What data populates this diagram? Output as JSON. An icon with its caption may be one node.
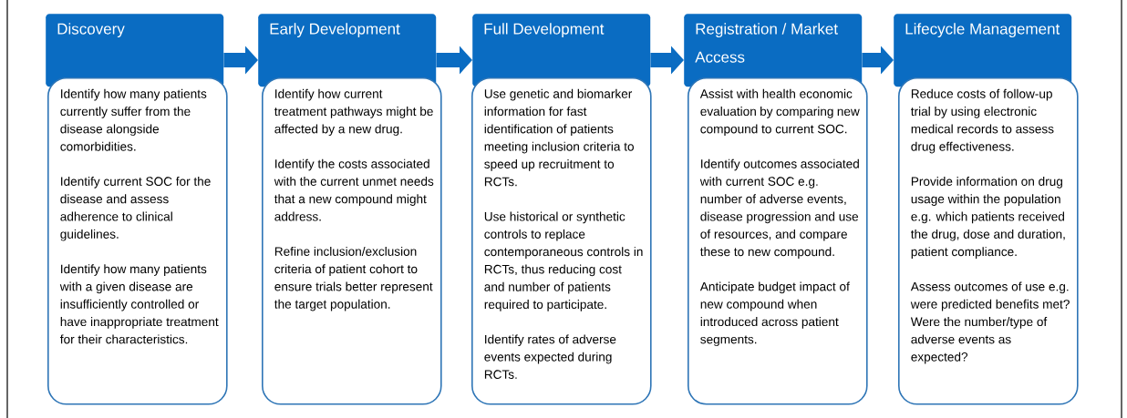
{
  "diagram": {
    "nodes": [
      {
        "text": [
          "Discovery"
        ]
      },
      {
        "text": [
          "Early Development"
        ]
      },
      {
        "text": [
          "Full Development"
        ]
      },
      {
        "text": [
          "Registration / Market Access"
        ]
      },
      {
        "text": [
          "Lifecycle Management"
        ]
      },
      {
        "text": [
          "Identify how many patients currently suffer from the disease alongside comorbidities.",
          "Identify current SOC for the disease and assess adherence to clinical guidelines.",
          "Identify how many patients with a given disease are insufficiently controlled or have inappropriate treatment for their characteristics."
        ]
      },
      {
        "text": [
          "Identify how current treatment pathways might be affected by a new drug.",
          "Identify the costs associated with the current unmet needs that a new compound might address.",
          "Refine inclusion/exclusion criteria of patient cohort to ensure trials better represent the target population."
        ]
      },
      {
        "text": [
          "Use genetic and biomarker information for fast identification of patients meeting inclusion criteria to speed up recruitment to RCTs.",
          "Use historical or synthetic controls to replace contemporaneous controls in RCTs, thus reducing cost and number of patients required to participate.",
          "Identify rates of adverse events expected during RCTs."
        ]
      },
      {
        "text": [
          "Assist with health economic evaluation by comparing new compound to current SOC.",
          "Identify outcomes associated with current SOC e.g. number of adverse events, disease progression and use of resources, and compare these to new compound.",
          "Anticipate budget impact of new compound when introduced across patient segments."
        ]
      },
      {
        "text": [
          "Reduce costs of follow-up trial by using electronic medical records to assess drug effectiveness.",
          "Provide information on drug usage within the population e.g. which patients received the drug, dose and duration, patient compliance.",
          "Assess outcomes of use e.g. were predicted benefits met? Were the number/type of adverse events as expected?"
        ]
      }
    ],
    "edges": [
      {
        "from": 0,
        "to": 1,
        "arrow": "to"
      },
      {
        "from": 1,
        "to": 2,
        "arrow": "to"
      },
      {
        "from": 2,
        "to": 3,
        "arrow": "to"
      },
      {
        "from": 3,
        "to": 4,
        "arrow": "to"
      }
    ]
  }
}
